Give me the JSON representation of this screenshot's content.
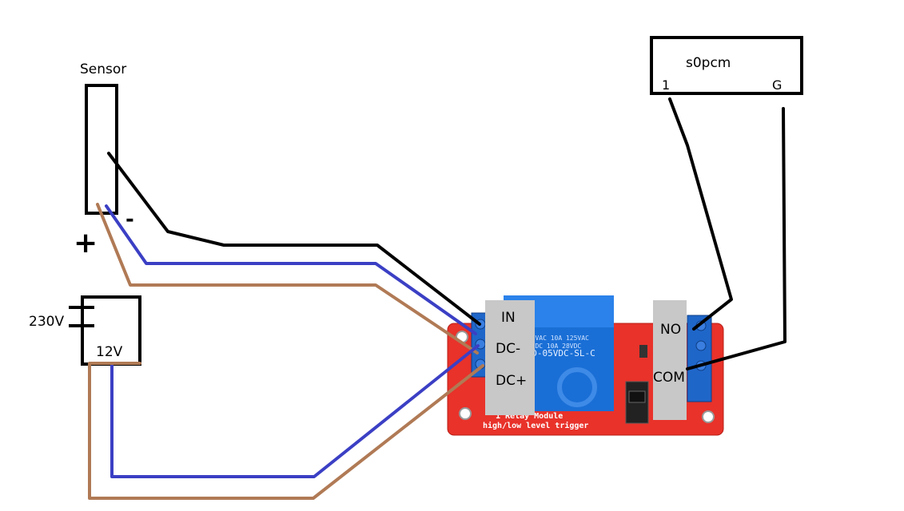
{
  "sensor": {
    "label": "Sensor",
    "plus": "+",
    "minus": "-"
  },
  "psu": {
    "input_label": "230V",
    "output_label": "12V"
  },
  "meter": {
    "title": "s0pcm",
    "pin1": "1",
    "pinG": "G"
  },
  "relay": {
    "left_labels": {
      "in": "IN",
      "dc_minus": "DC-",
      "dc_plus": "DC+"
    },
    "right_labels": {
      "no": "NO",
      "com": "COM"
    },
    "spec_line1": "250VAC 10A 125VAC",
    "spec_line2": "30VDC 10A 28VDC",
    "model": "SRD-05VDC-SL-C",
    "board_line1": "1 Relay Module",
    "board_line2": "high/low level trigger"
  },
  "colors": {
    "signal_wire": "#000000",
    "negative_wire": "#3b3fc4",
    "positive_wire": "#b07a55",
    "pcb": "#e8322a",
    "relay_body": "#1a6fd6",
    "terminal_block": "#1f66c9",
    "label_panel": "#c8c8c8"
  }
}
